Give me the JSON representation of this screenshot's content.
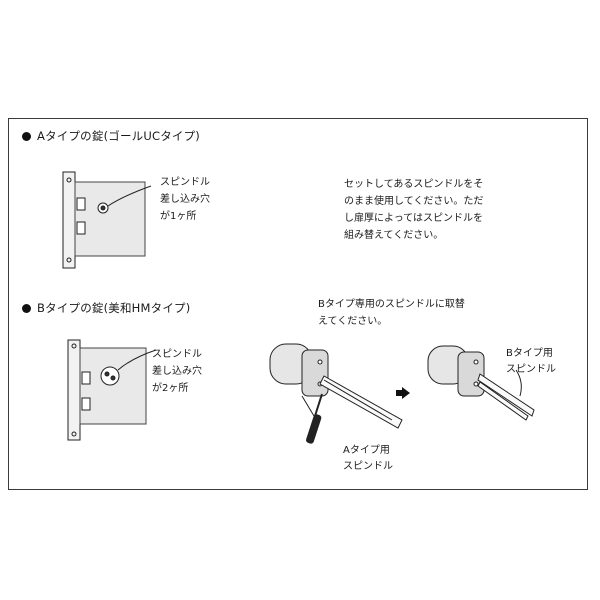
{
  "section_a": {
    "heading": "Aタイプの錠(ゴールUCタイプ)",
    "callout": [
      "スピンドル",
      "差し込み穴",
      "が1ヶ所"
    ],
    "instructions": [
      "セットしてあるスピンドルをそ",
      "のまま使用してください。ただ",
      "し扉厚によってはスピンドルを",
      "組み替えてください。"
    ]
  },
  "section_b": {
    "heading": "Bタイプの錠(美和HMタイプ)",
    "callout": [
      "スピンドル",
      "差し込み穴",
      "が2ヶ所"
    ],
    "instruction": [
      "Bタイプ専用のスピンドルに取替",
      "えてください。"
    ],
    "label_a_spindle": [
      "Aタイプ用",
      "スピンドル"
    ],
    "label_b_spindle": [
      "Bタイプ用",
      "スピンドル"
    ]
  },
  "icons": [
    "bullet-icon",
    "arrow-right-icon",
    "screwdriver-icon"
  ]
}
